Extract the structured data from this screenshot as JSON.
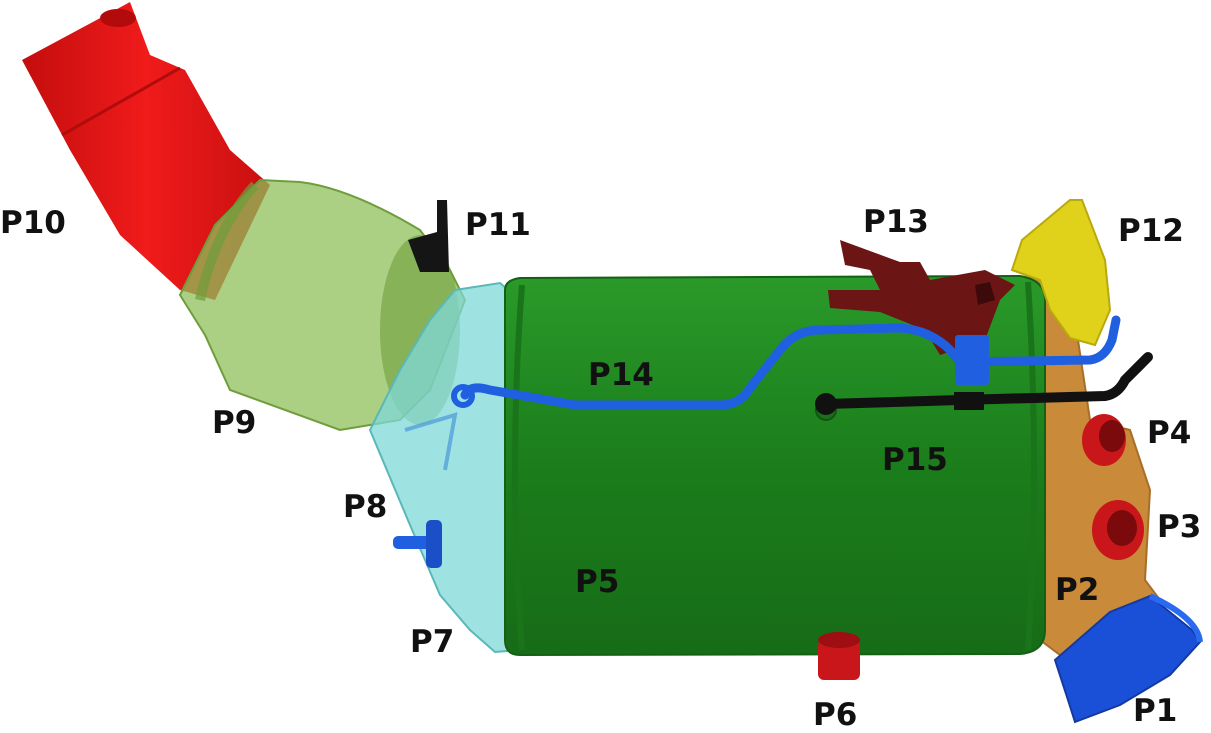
{
  "labels": {
    "p1": "P1",
    "p2": "P2",
    "p3": "P3",
    "p4": "P4",
    "p5": "P5",
    "p6": "P6",
    "p7": "P7",
    "p8": "P8",
    "p9": "P9",
    "p10": "P10",
    "p11": "P11",
    "p12": "P12",
    "p13": "P13",
    "p14": "P14",
    "p15": "P15"
  },
  "colors": {
    "background": "#ffffff",
    "inlet_pipe": "#e01010",
    "catalyst_housing": "#8fbf5a",
    "inlet_cone": "#7fd8d8",
    "main_body": "#1e8a1e",
    "outlet_cone": "#c98a3a",
    "outlet_flange": "#1a4fd8",
    "sensor_bosses": "#c8161a",
    "bracket_dark": "#6b1515",
    "bracket_yellow": "#e0d21a",
    "pipe_blue": "#1f5fe0",
    "pipe_black": "#111111"
  }
}
